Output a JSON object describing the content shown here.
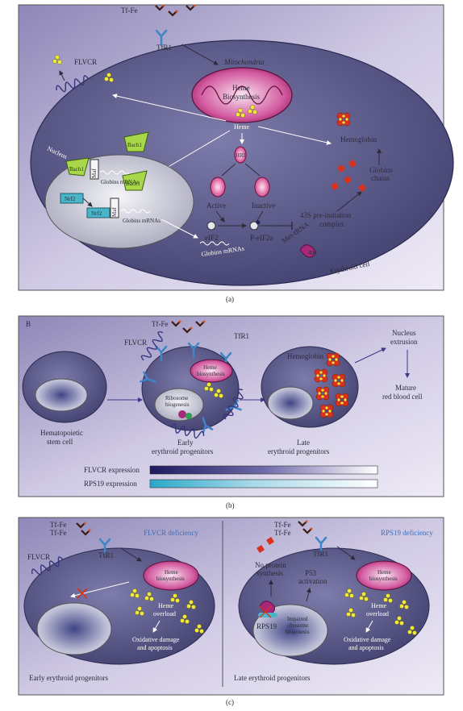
{
  "panel_a": {
    "tf_fe": "Tf-Fe",
    "tfr1": "TfR1",
    "flvcr": "FLVCR",
    "mitochondria": "Mitochondria",
    "heme_biosynthesis_1": "Heme",
    "heme_biosynthesis_2": "Biosynthesis",
    "heme": "Heme",
    "hri": "HRI",
    "active": "Active",
    "inactive": "Inactive",
    "eif2": "eIF2",
    "p_eif2a": "P-eIF2a",
    "met_trna": "Met-tRNA",
    "ribosome": "40S",
    "complex_1": "43S pre-initiation",
    "complex_2": "complex",
    "hemoglobin": "Hemoglobin",
    "globins_1": "Globins",
    "globins_2": "chains",
    "nucleus": "Nucleus",
    "bach1": "Bach1",
    "maf": "Maf",
    "nrf2": "Nrf2",
    "globins_mrnas": "Globins mRNAs",
    "globins_mrnas_cyto": "Globins mRNAs",
    "erythroid_cell": "Erythroid cell",
    "caption": "(a)"
  },
  "panel_b": {
    "letter": "B",
    "tf_fe": "Tf-Fe",
    "tfr1": "TfR1",
    "flvcr": "FLVCR",
    "heme_bio_1": "Heme",
    "heme_bio_2": "biosynthesis",
    "ribosome_1": "Ribosome",
    "ribosome_2": "biogenesis",
    "hemoglobin": "Hemoglobin",
    "nucleus_extrusion_1": "Nucleus",
    "nucleus_extrusion_2": "extrusion",
    "mature_1": "Mature",
    "mature_2": "red blood cell",
    "hsc_1": "Hematopoietic",
    "hsc_2": "stem cell",
    "early_1": "Early",
    "early_2": "erythroid progenitors",
    "late_1": "Late",
    "late_2": "erythroid progenitors",
    "flvcr_expression": "FLVCR expression",
    "rps19_expression": "RPS19 expression",
    "caption": "(b)"
  },
  "panel_c": {
    "tf_fe_1": "Tf-Fe",
    "tf_fe_2": "Tf-Fe",
    "tfr1": "TfR1",
    "flvcr": "FLVCR",
    "flvcr_deficiency": "FLVCR deficiency",
    "heme_bio_1": "Heme",
    "heme_bio_2": "biosynthesis",
    "heme_overload_1": "Heme",
    "heme_overload_2": "overload",
    "oxidative_1": "Oxidative damage",
    "oxidative_2": "and apoptosis",
    "early": "Early erythroid progenitors",
    "r_tf_fe_1": "Tf-Fe",
    "r_tf_fe_2": "Tf-Fe",
    "r_tfr1": "TfR1",
    "rps19_deficiency": "RPS19 deficiency",
    "no_protein_1": "No protein",
    "no_protein_2": "synthesis",
    "p53_1": "P53",
    "p53_2": "activation",
    "rps19": "RPS19",
    "impaired_1": "Impaired",
    "impaired_2": "ribosome",
    "impaired_3": "biogenesis",
    "r_heme_bio_1": "Heme",
    "r_heme_bio_2": "biosynthesis",
    "r_heme_overload_1": "Heme",
    "r_heme_overload_2": "overload",
    "r_oxidative_1": "Oxidative damage",
    "r_oxidative_2": "and apoptosis",
    "late": "Late erythroid progenitors",
    "caption": "(c)"
  },
  "colors": {
    "panel_bg": "#c9c3e0",
    "cell_fill": "#5b5a8a",
    "mito_fill": "#b0307a",
    "heme_dot": "#f2ea3a",
    "bach1": "#a8d84a",
    "nrf2": "#4ab5c9",
    "hemoglobin_red": "#d8321e",
    "flvcr_bar_start": "#1c1a5e",
    "rps19_bar_start": "#2aa8c8",
    "deficiency_label": "#3f6fb8"
  }
}
